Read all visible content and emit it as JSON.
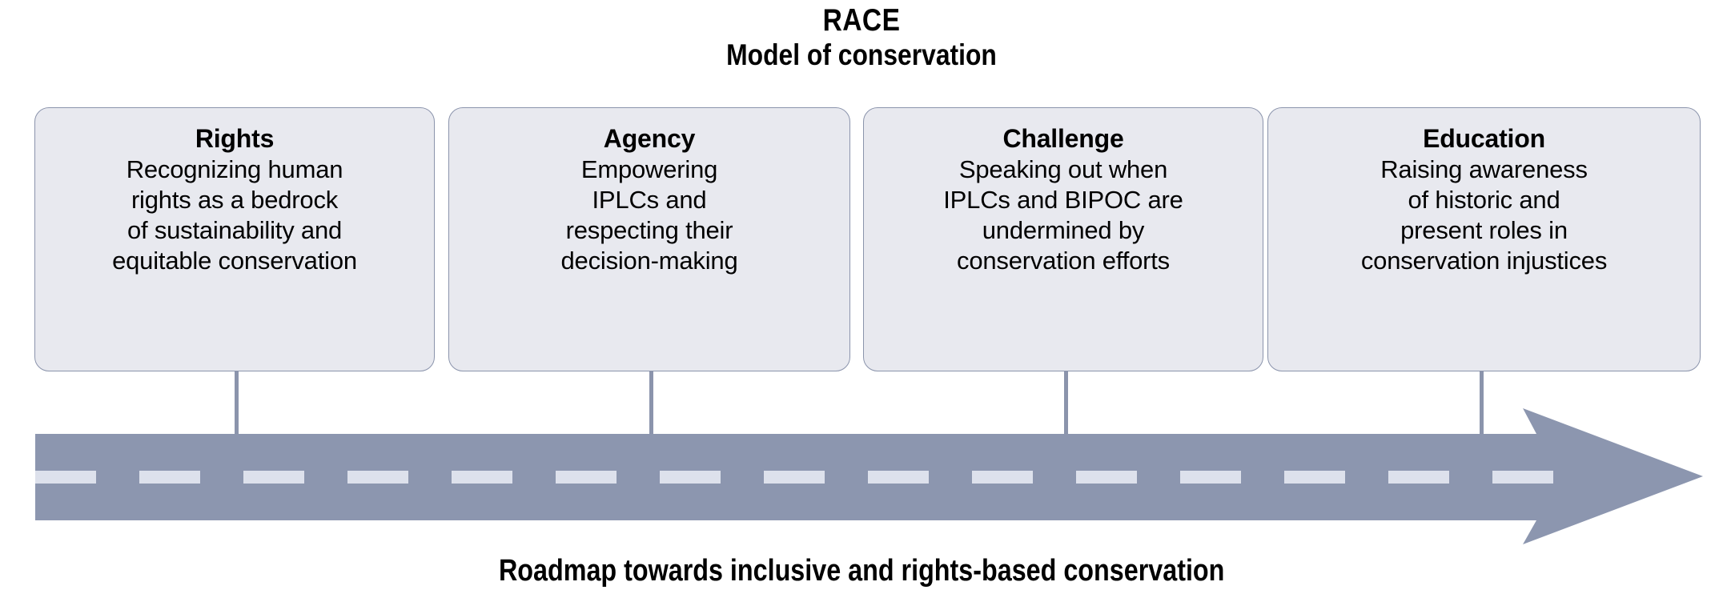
{
  "header": {
    "title": "RACE",
    "subtitle": "Model of conservation"
  },
  "colors": {
    "card_fill": "#e8e9ef",
    "card_border": "#8b94ac",
    "road_fill": "#8c96af",
    "road_dash": "#dde1ec",
    "text": "#000000",
    "background": "#ffffff"
  },
  "cards": [
    {
      "id": "rights",
      "title": "Rights",
      "body": "Recognizing human\nrights as a bedrock\nof sustainability and\nequitable conservation"
    },
    {
      "id": "agency",
      "title": "Agency",
      "body": "Empowering\nIPLCs and\nrespecting their\ndecision-making"
    },
    {
      "id": "challenge",
      "title": "Challenge",
      "body": "Speaking out when\nIPLCs and BIPOC are\nundermined by\nconservation efforts"
    },
    {
      "id": "education",
      "title": "Education",
      "body": "Raising awareness\nof historic and\npresent roles in\nconservation injustices"
    }
  ],
  "road": {
    "icon": "right-arrow-road-icon",
    "dash_count": 15,
    "direction": "right"
  },
  "caption": {
    "text": "Roadmap towards inclusive and rights-based conservation"
  }
}
